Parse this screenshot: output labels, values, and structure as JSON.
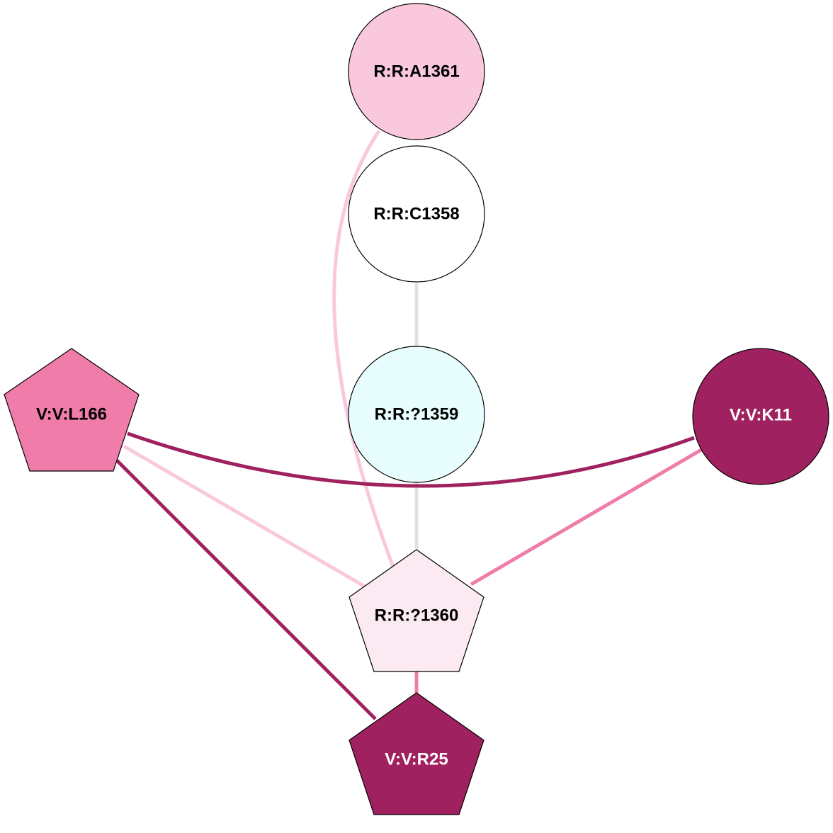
{
  "nodes": [
    {
      "id": "A1361",
      "label": "R:R:A1361",
      "shape": "circle",
      "fill": "#f9c8dd",
      "text_color": "#000000"
    },
    {
      "id": "C1358",
      "label": "R:R:C1358",
      "shape": "circle",
      "fill": "#ffffff",
      "text_color": "#000000"
    },
    {
      "id": "Q1359",
      "label": "R:R:?1359",
      "shape": "circle",
      "fill": "#e8fdfd",
      "text_color": "#000000"
    },
    {
      "id": "K11",
      "label": "V:V:K11",
      "shape": "circle",
      "fill": "#a0215f",
      "text_color": "#ffffff"
    },
    {
      "id": "L166",
      "label": "V:V:L166",
      "shape": "pentagon",
      "fill": "#f07da9",
      "text_color": "#000000"
    },
    {
      "id": "Q1360",
      "label": "R:R:?1360",
      "shape": "pentagon",
      "fill": "#fbeaf2",
      "text_color": "#000000"
    },
    {
      "id": "R25",
      "label": "V:V:R25",
      "shape": "pentagon",
      "fill": "#a0215f",
      "text_color": "#ffffff"
    }
  ],
  "edges": [
    {
      "source": "A1361",
      "target": "Q1360",
      "color": "#f9c8dd"
    },
    {
      "source": "C1358",
      "target": "Q1359",
      "color": "#e0e0e0"
    },
    {
      "source": "Q1359",
      "target": "Q1360",
      "color": "#e0e0e0"
    },
    {
      "source": "L166",
      "target": "K11",
      "color": "#a0215f"
    },
    {
      "source": "L166",
      "target": "Q1360",
      "color": "#f9c8dd"
    },
    {
      "source": "K11",
      "target": "Q1360",
      "color": "#f07da9"
    },
    {
      "source": "L166",
      "target": "R25",
      "color": "#a0215f"
    },
    {
      "source": "Q1360",
      "target": "R25",
      "color": "#f07da9"
    }
  ]
}
